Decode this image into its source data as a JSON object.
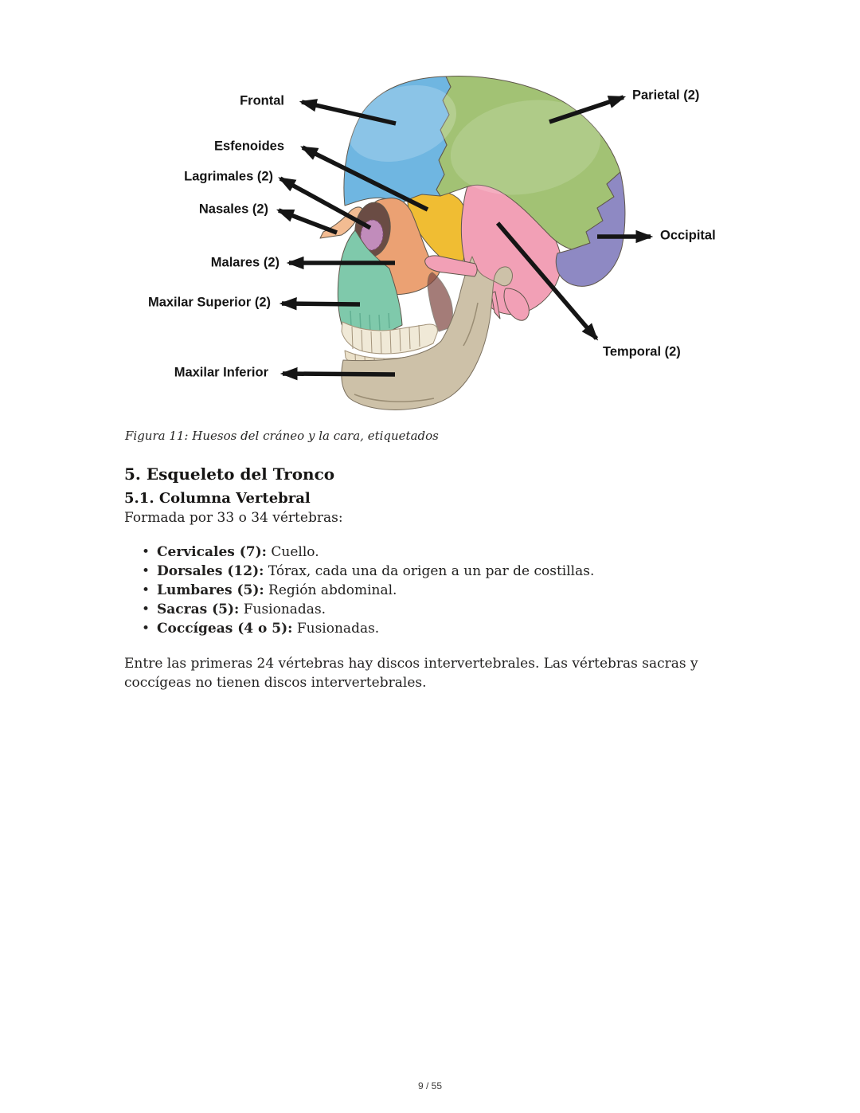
{
  "figure": {
    "labels": {
      "frontal": "Frontal",
      "esfenoides": "Esfenoides",
      "lagrimales": "Lagrimales (2)",
      "nasales": "Nasales (2)",
      "malares": "Malares (2)",
      "maxilar_superior": "Maxilar Superior (2)",
      "maxilar_inferior": "Maxilar Inferior",
      "parietal": "Parietal (2)",
      "occipital": "Occipital",
      "temporal": "Temporal (2)"
    },
    "colors": {
      "frontal": "#6fb6e1",
      "parietal": "#a2c274",
      "occipital": "#8e89c3",
      "temporal": "#f2a0b6",
      "esfenoides": "#f0bd33",
      "malar": "#eba173",
      "lacrimal": "#c18cbb",
      "nasal": "#f3bc92",
      "maxilar_superior": "#7fc9ab",
      "mandibula": "#cdc1a8",
      "orbita": "#6a4c44",
      "dientes_sup": "#f0e9d7",
      "dientes_inf": "#ebe1ca",
      "arrow": "#151515"
    }
  },
  "caption": "Figura 11: Huesos del cráneo y la cara, etiquetados",
  "sections": {
    "h1": "5. Esqueleto del Tronco",
    "h2": "5.1. Columna Vertebral",
    "intro": "Formada por 33 o 34 vértebras:"
  },
  "bullets": [
    {
      "lead": "Cervicales (7):",
      "rest": " Cuello."
    },
    {
      "lead": "Dorsales (12):",
      "rest": " Tórax, cada una da origen a un par de costillas."
    },
    {
      "lead": "Lumbares (5):",
      "rest": " Región abdominal."
    },
    {
      "lead": "Sacras (5):",
      "rest": " Fusionadas."
    },
    {
      "lead": "Coccígeas (4 o 5):",
      "rest": " Fusionadas."
    }
  ],
  "paragraph": "Entre las primeras 24 vértebras hay discos intervertebrales. Las vértebras sacras y coccígeas no tienen discos intervertebrales.",
  "footer": {
    "page_indicator": "9 / 55"
  }
}
